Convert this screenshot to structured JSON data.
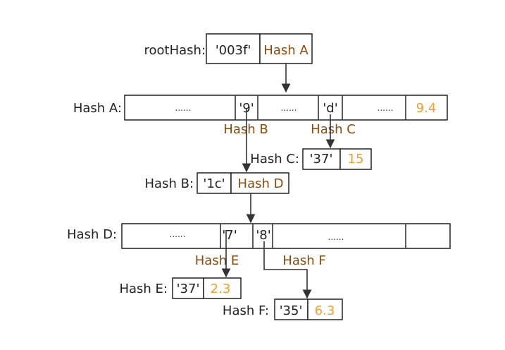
{
  "colors": {
    "reference": "#8B4A0E",
    "value": "#F0A030",
    "line": "#333333",
    "text": "#222222"
  },
  "nodes": {
    "root": {
      "label": "rootHash:",
      "key": "'003f'",
      "ref": "Hash A"
    },
    "hash_a": {
      "label": "Hash A:",
      "cells": [
        "......",
        "'9'",
        "......",
        "'d'",
        "......"
      ],
      "value": "9.4",
      "pointer_labels": [
        "Hash B",
        "Hash C"
      ]
    },
    "hash_c": {
      "label": "Hash C:",
      "key": "'37'",
      "value": "15"
    },
    "hash_b": {
      "label": "Hash B:",
      "key": "'1c'",
      "ref": "Hash D"
    },
    "hash_d": {
      "label": "Hash D:",
      "cells": [
        "......",
        "'7'",
        "'8'",
        "......",
        ""
      ],
      "pointer_labels": [
        "Hash E",
        "Hash F"
      ]
    },
    "hash_e": {
      "label": "Hash E:",
      "key": "'37'",
      "value": "2.3"
    },
    "hash_f": {
      "label": "Hash F:",
      "key": "'35'",
      "value": "6.3"
    }
  }
}
